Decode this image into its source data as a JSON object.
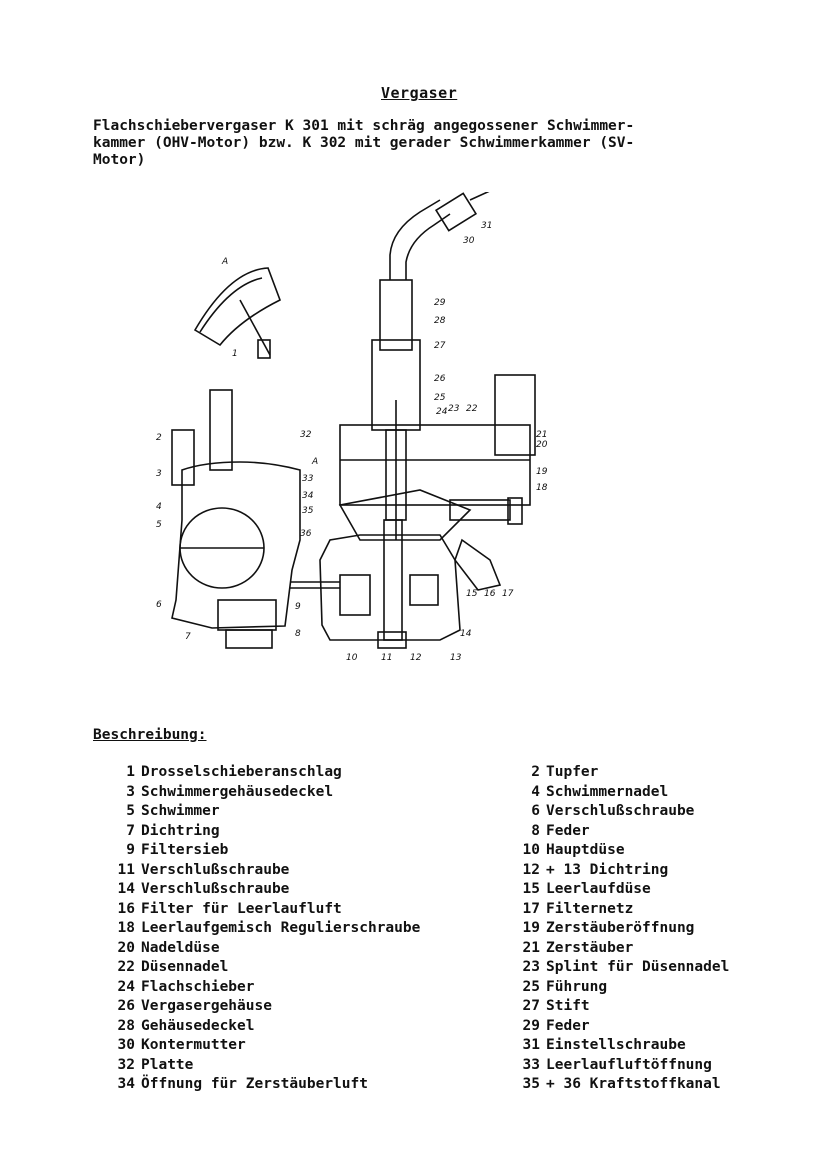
{
  "title": "Vergaser",
  "intro": "Flachschiebervergaser K 301 mit schräg angegossener Schwimmer-\nkammer (OHV-Motor) bzw. K 302 mit gerader Schwimmerkammer (SV-\nMotor)",
  "diagram": {
    "detail_label": "A",
    "section_marker": "A",
    "detail_callout": "1",
    "callouts": [
      "2",
      "3",
      "4",
      "5",
      "6",
      "7",
      "8",
      "9",
      "10",
      "11",
      "12",
      "13",
      "14",
      "15",
      "16",
      "17",
      "18",
      "19",
      "20",
      "21",
      "22",
      "23",
      "24",
      "25",
      "26",
      "27",
      "28",
      "29",
      "30",
      "31",
      "32",
      "33",
      "34",
      "35",
      "36"
    ]
  },
  "section_title": "Beschreibung:",
  "legend_left": [
    {
      "num": "1",
      "label": "Drosselschieberanschlag"
    },
    {
      "num": "3",
      "label": "Schwimmergehäusedeckel"
    },
    {
      "num": "5",
      "label": "Schwimmer"
    },
    {
      "num": "7",
      "label": "Dichtring"
    },
    {
      "num": "9",
      "label": "Filtersieb"
    },
    {
      "num": "11",
      "label": "Verschlußschraube"
    },
    {
      "num": "14",
      "label": "Verschlußschraube"
    },
    {
      "num": "16",
      "label": "Filter für Leerlaufluft"
    },
    {
      "num": "18",
      "label": "Leerlaufgemisch Regulierschraube"
    },
    {
      "num": "20",
      "label": "Nadeldüse"
    },
    {
      "num": "22",
      "label": "Düsennadel"
    },
    {
      "num": "24",
      "label": "Flachschieber"
    },
    {
      "num": "26",
      "label": "Vergasergehäuse"
    },
    {
      "num": "28",
      "label": "Gehäusedeckel"
    },
    {
      "num": "30",
      "label": "Kontermutter"
    },
    {
      "num": "32",
      "label": "Platte"
    },
    {
      "num": "34",
      "label": "Öffnung für Zerstäuberluft"
    }
  ],
  "legend_right": [
    {
      "num": "2",
      "label": "Tupfer"
    },
    {
      "num": "4",
      "label": "Schwimmernadel"
    },
    {
      "num": "6",
      "label": "Verschlußschraube"
    },
    {
      "num": "8",
      "label": "Feder"
    },
    {
      "num": "10",
      "label": "Hauptdüse"
    },
    {
      "num": "12",
      "label": "+ 13 Dichtring"
    },
    {
      "num": "15",
      "label": "Leerlaufdüse"
    },
    {
      "num": "17",
      "label": "Filternetz"
    },
    {
      "num": "19",
      "label": "Zerstäuberöffnung"
    },
    {
      "num": "21",
      "label": "Zerstäuber"
    },
    {
      "num": "23",
      "label": "Splint für Düsennadel"
    },
    {
      "num": "25",
      "label": "Führung"
    },
    {
      "num": "27",
      "label": "Stift"
    },
    {
      "num": "29",
      "label": "Feder"
    },
    {
      "num": "31",
      "label": "Einstellschraube"
    },
    {
      "num": "33",
      "label": "Leerlaufluftöffnung"
    },
    {
      "num": "35",
      "label": "+ 36 Kraftstoffkanal"
    }
  ]
}
